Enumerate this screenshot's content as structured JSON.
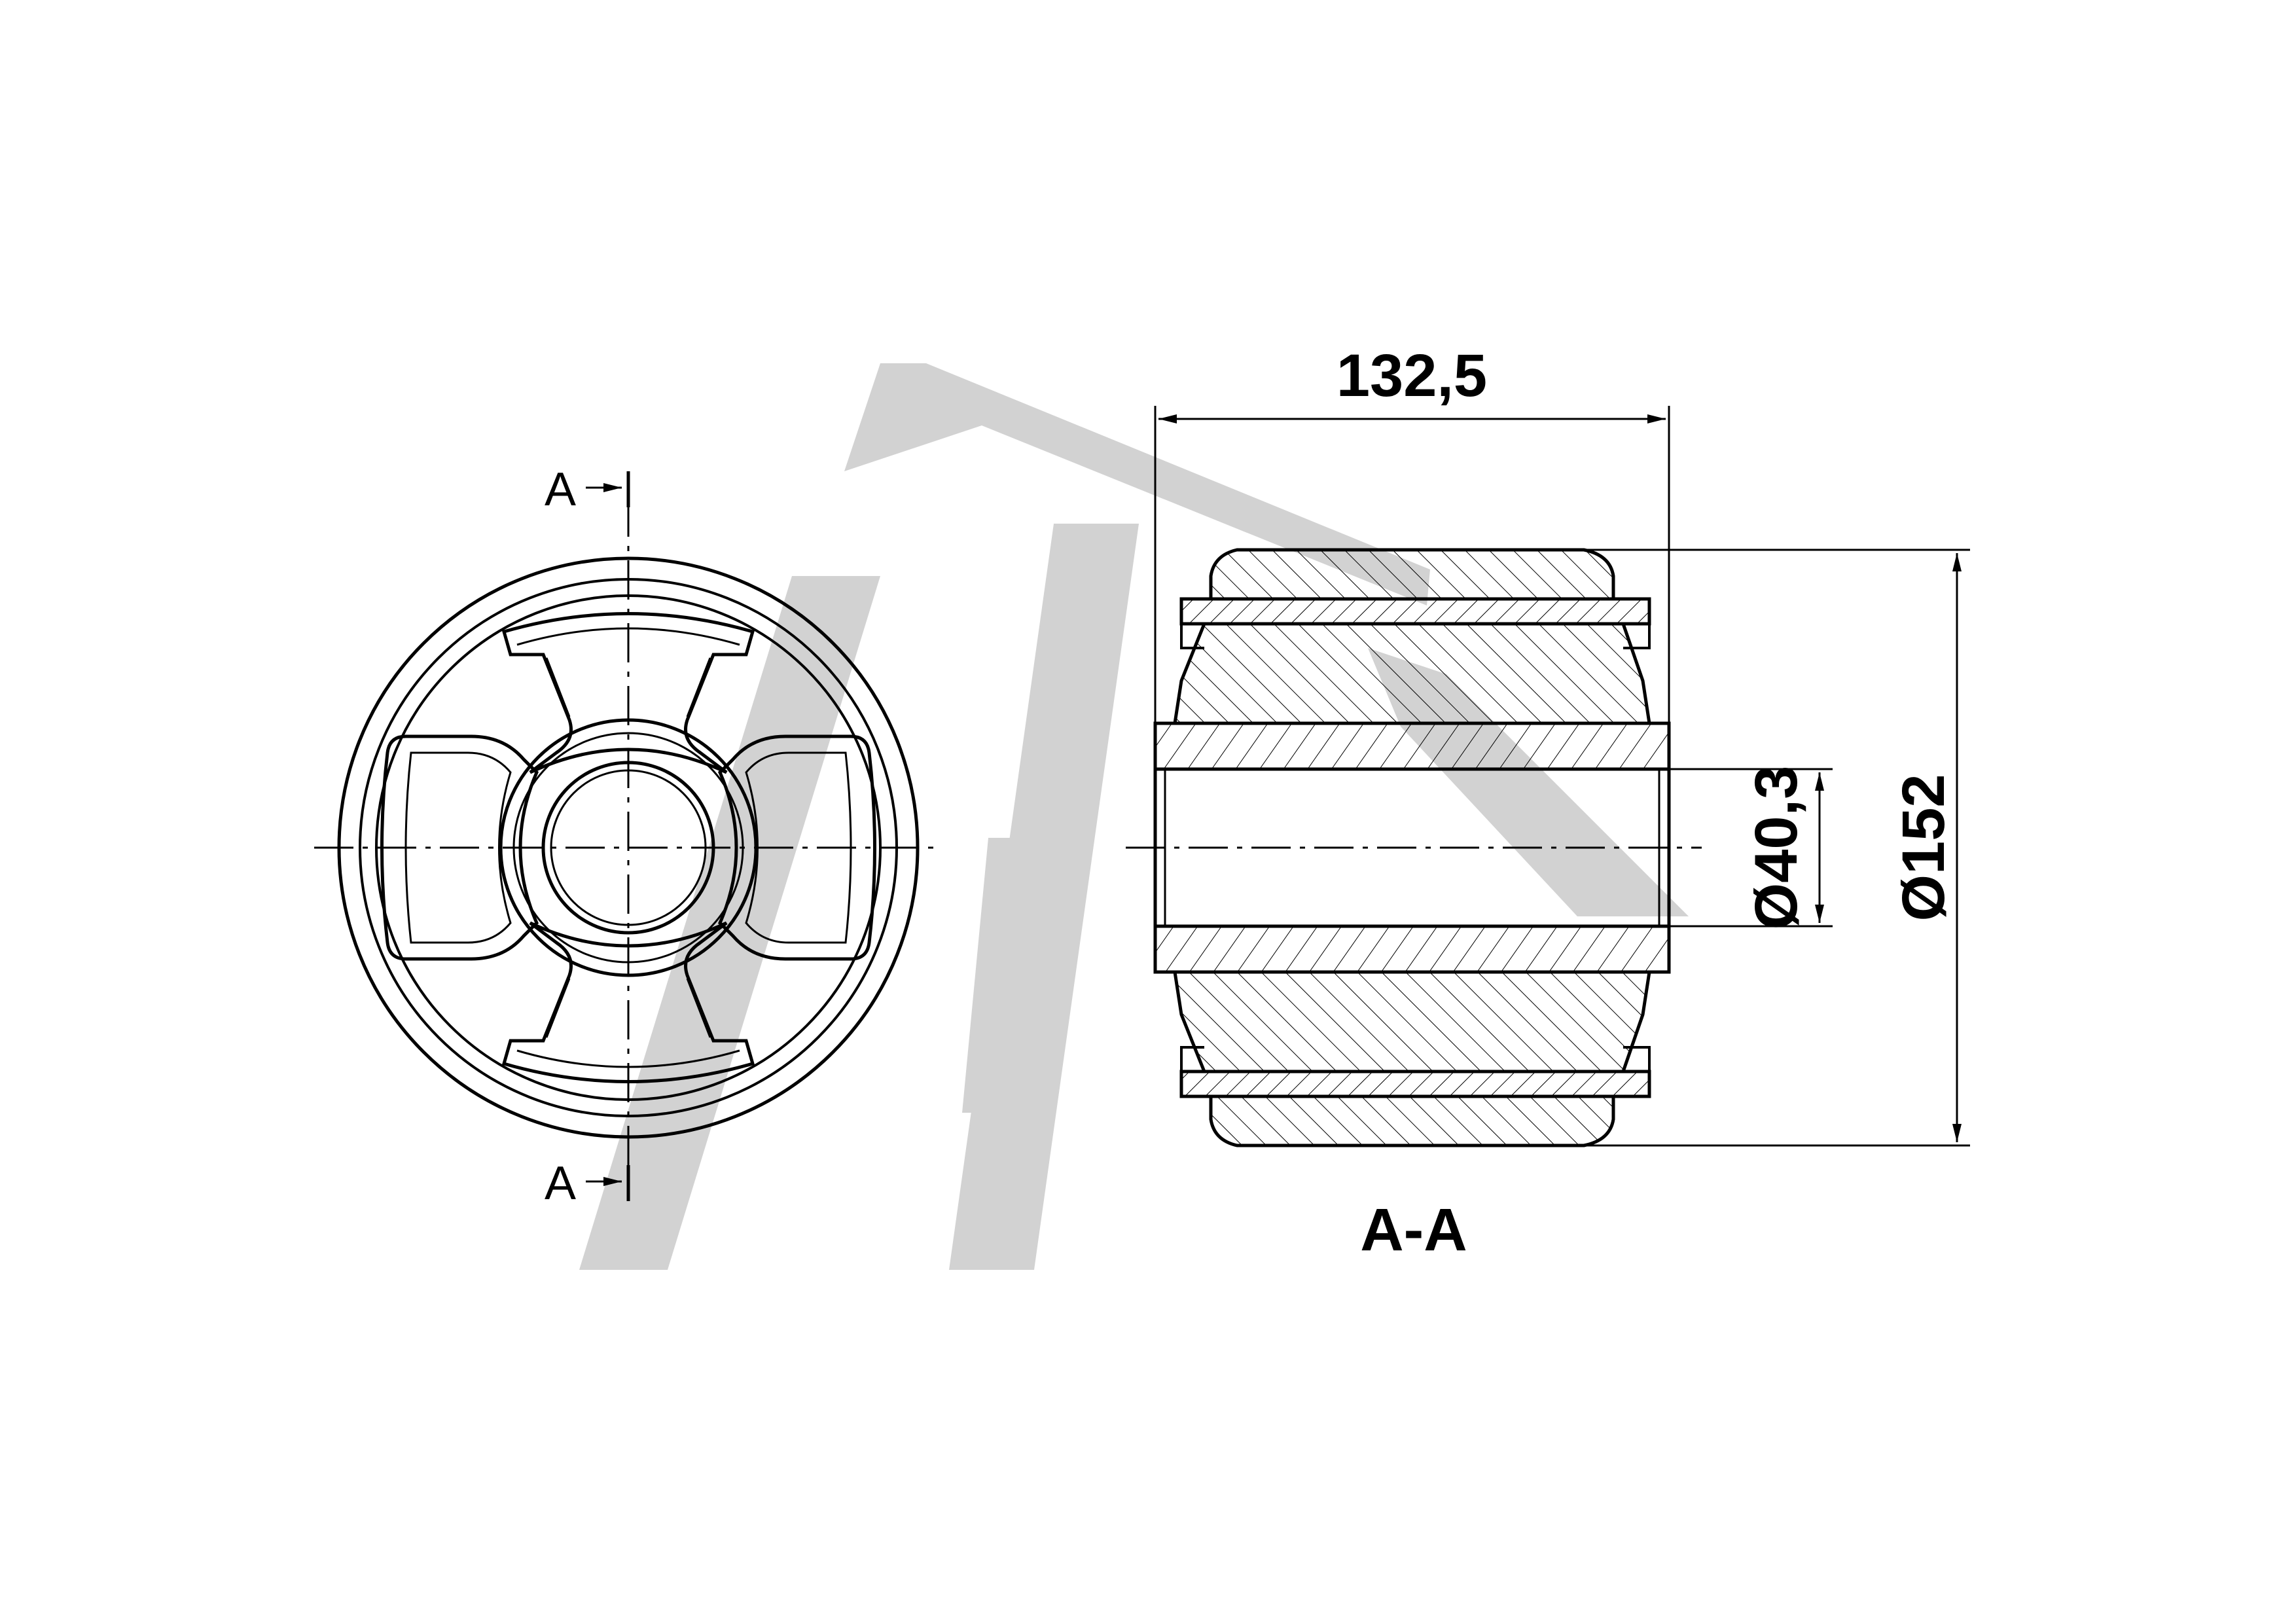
{
  "dimensions": {
    "width": "132,5",
    "outer_diameter": "Ø152",
    "bore_diameter": "Ø40,3"
  },
  "section": {
    "marker_top": "A",
    "marker_bottom": "A",
    "view_label": "A-A"
  },
  "colors": {
    "line": "#000000",
    "watermark": "#d2d2d2",
    "background": "#ffffff"
  }
}
